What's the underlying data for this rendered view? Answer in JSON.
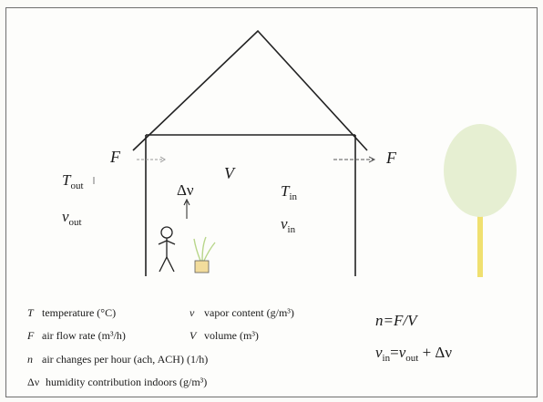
{
  "diagram": {
    "labels": {
      "flow_in": "F",
      "flow_out": "F",
      "volume": "V",
      "delta_v": "Δν",
      "t_out": {
        "sym": "T",
        "sub": "out"
      },
      "v_out": {
        "sym": "ν",
        "sub": "out"
      },
      "t_in": {
        "sym": "T",
        "sub": "in"
      },
      "v_in": {
        "sym": "ν",
        "sub": "in"
      }
    },
    "legend": [
      {
        "symbol": "T",
        "text": "temperature (°C)"
      },
      {
        "symbol": "ν",
        "text": "vapor content (g/m³)"
      },
      {
        "symbol": "F",
        "text": "air flow rate (m³/h)"
      },
      {
        "symbol": "V",
        "text": "volume (m³)"
      },
      {
        "symbol": "n",
        "text": "air changes per hour (ach, ACH) (1/h)"
      },
      {
        "symbol": "Δν",
        "text": "humidity contribution indoors (g/m³)"
      }
    ],
    "formulas": {
      "f1": "n=F/V",
      "f2_lhs": "ν",
      "f2_lhs_sub": "in",
      "f2_eq": "=",
      "f2_mid": "ν",
      "f2_mid_sub": "out",
      "f2_rest": " + Δν"
    },
    "colors": {
      "tree_crown": "#e6efd2",
      "tree_trunk": "#f0e070",
      "plant_pot": "#f2dc9c",
      "plant": "#b8d68a",
      "line": "#222222"
    }
  }
}
